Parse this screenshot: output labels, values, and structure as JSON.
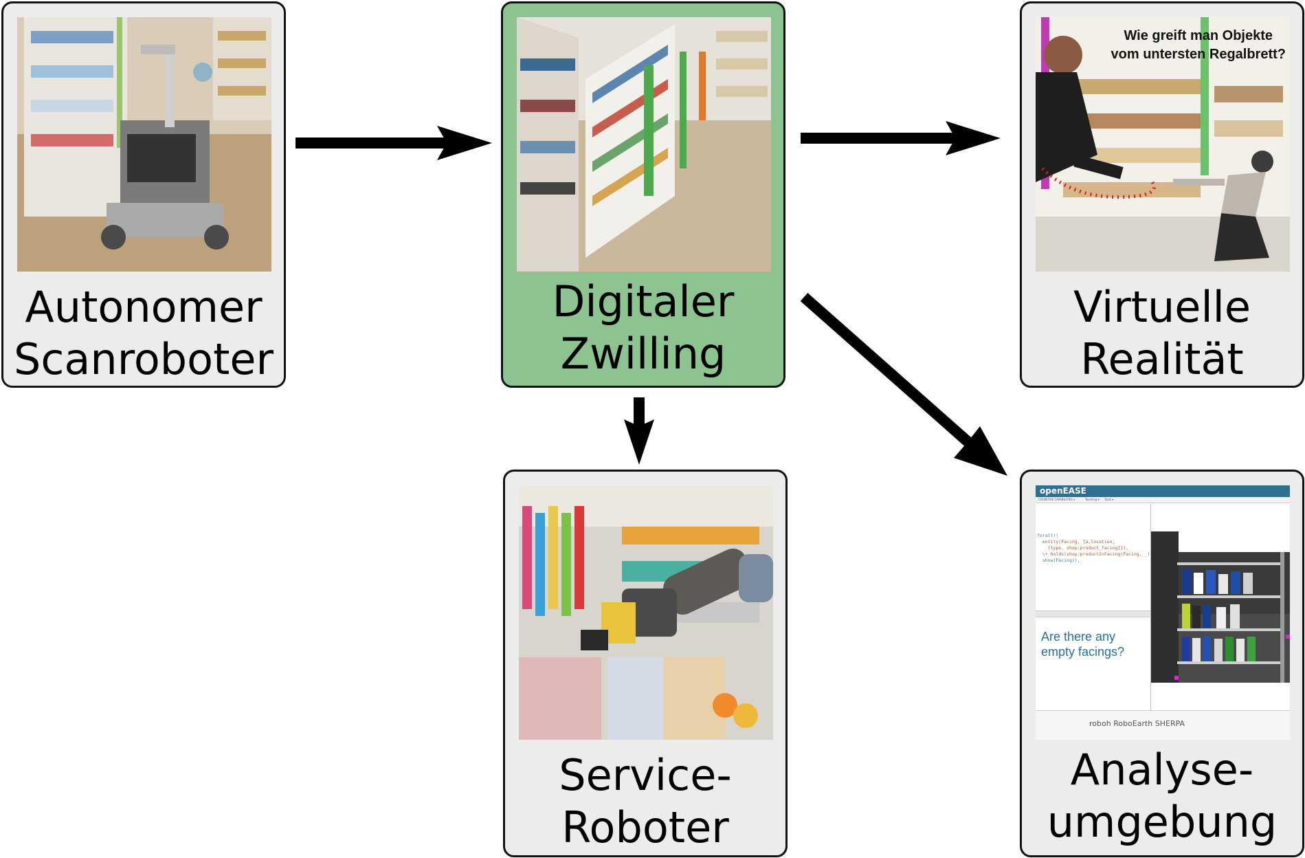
{
  "diagram": {
    "nodes": {
      "scanroboter": {
        "label_lines": [
          "Autonomer",
          "Scanroboter"
        ],
        "fill": "#ececec"
      },
      "digital_twin": {
        "label_lines": [
          "Digitaler",
          "Zwilling"
        ],
        "fill": "#8cc391"
      },
      "virtual_reality": {
        "label_lines": [
          "Virtuelle",
          "Realität"
        ],
        "fill": "#ececec",
        "image_caption": [
          "Wie greift man Objekte",
          "vom untersten Regalbrett?"
        ]
      },
      "service_robot": {
        "label_lines": [
          "Service-",
          "Roboter"
        ],
        "fill": "#ececec"
      },
      "analysis": {
        "label_lines": [
          "Analyse-",
          "umgebung"
        ],
        "fill": "#ececec",
        "screenshot": {
          "app_title": "openEASE",
          "menu": [
            "COGNITIVE CAPABILITIES ▾",
            "Teaching ▾",
            "Tools ▾"
          ],
          "query_lines": [
            "forall((",
            "  entity(Facing, [a,location,",
            "    [type, shop:product_facing]]),",
            "  \\+ holds(shop:productInFacing(Facing, _))),",
            "  show(Facing)),"
          ],
          "question_lines": [
            "Are there any",
            "empty facings?"
          ],
          "footer_logos": "roboh  RoboEarth  SHERPA"
        }
      }
    },
    "edges": [
      {
        "from": "scanroboter",
        "to": "digital_twin"
      },
      {
        "from": "digital_twin",
        "to": "virtual_reality"
      },
      {
        "from": "digital_twin",
        "to": "service_robot"
      },
      {
        "from": "digital_twin",
        "to": "analysis"
      }
    ],
    "colors": {
      "node_border": "#111111",
      "node_fill": "#ececec",
      "highlight_fill": "#8cc391",
      "arrow": "#000000"
    }
  }
}
